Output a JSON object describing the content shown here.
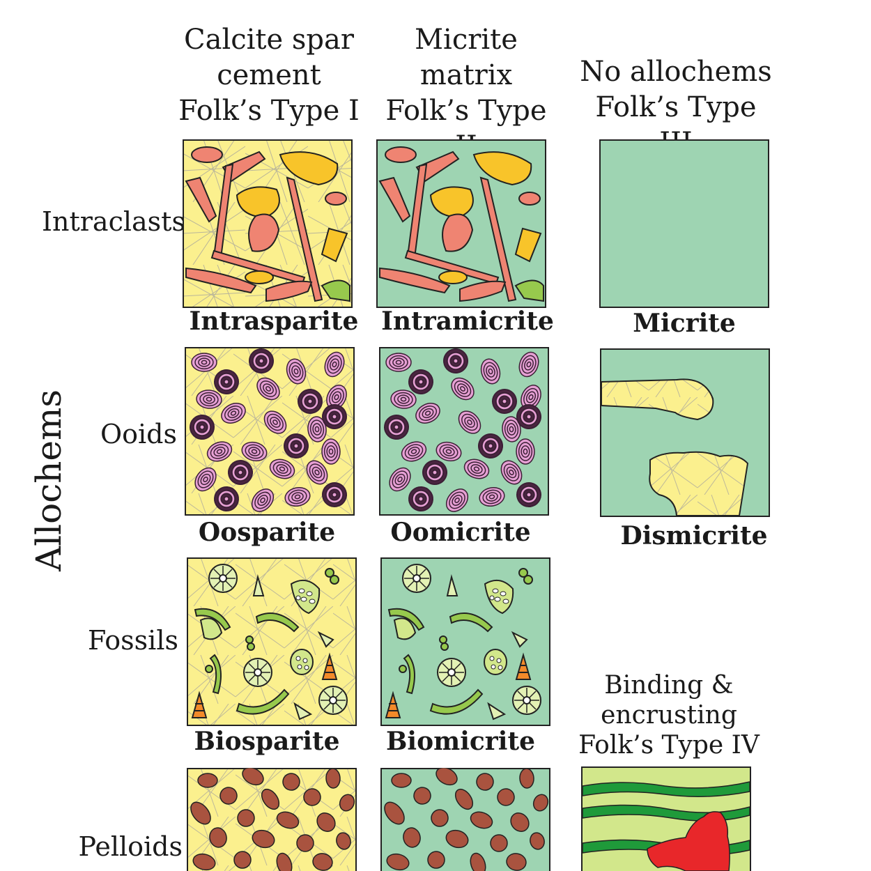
{
  "top_cutoff_text": "",
  "side_label": "Allochems",
  "columns": [
    {
      "line1": "Calcite spar",
      "line2": "cement",
      "line3": "Folk’s Type I"
    },
    {
      "line1": "Micrite",
      "line2": "matrix",
      "line3": "Folk’s Type II"
    },
    {
      "line1": "No allochems",
      "line2": "Folk’s Type III"
    },
    {
      "line1": "Binding &",
      "line2": "encrusting",
      "line3": "Folk’s Type IV"
    }
  ],
  "rows": [
    "Intraclasts",
    "Ooids",
    "Fossils",
    "Pelloids"
  ],
  "names": {
    "intrasparite": "Intrasparite",
    "intramicrite": "Intramicrite",
    "micrite": "Micrite",
    "oosparite": "Oosparite",
    "oomicrite": "Oomicrite",
    "dismicrite": "Dismicrite",
    "biosparite": "Biosparite",
    "biomicrite": "Biomicrite"
  },
  "colors": {
    "spar": "#fbf08e",
    "micrite": "#9ed4b2",
    "intraclast": "#ef8472",
    "yellow_grain": "#f8c42a",
    "green_grain": "#97c94d",
    "ooid_pink": "#e6a0d4",
    "ooid_dark": "#4a2540",
    "pelloid": "#a9533f",
    "boundstone_bg": "#d2e78b",
    "boundstone_band": "#1f9a3a",
    "boundstone_red": "#e8272a",
    "outline": "#222222"
  }
}
